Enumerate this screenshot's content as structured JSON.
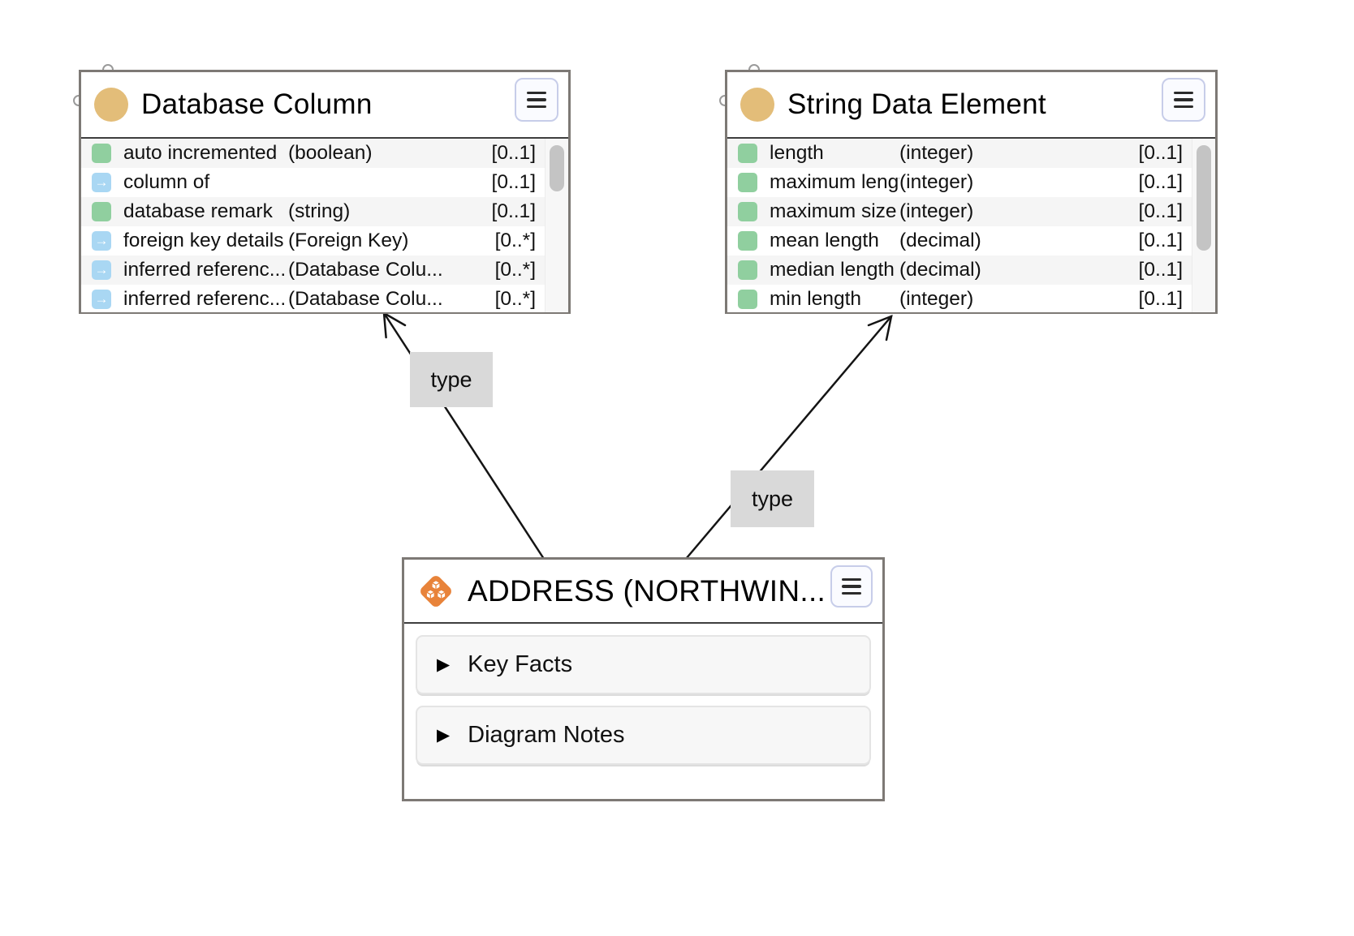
{
  "colors": {
    "class_icon_gold": "#e3bd79",
    "attribute_icon_green": "#90cf9f",
    "relation_icon_blue": "#a9d7f3",
    "instance_icon_orange": "#e8833a",
    "edge_label_gray": "#d9d9d9",
    "node_border_gray": "#7d7975"
  },
  "glyphs": {
    "expander": "▶"
  },
  "nodes": {
    "database_column": {
      "title": "Database Column",
      "attributes": [
        {
          "label": "auto incremented",
          "type": "(boolean)",
          "card": "[0..1]",
          "kind": "attribute"
        },
        {
          "label": "column of",
          "type": "",
          "card": "[0..1]",
          "kind": "relation"
        },
        {
          "label": "database remark",
          "type": "(string)",
          "card": "[0..1]",
          "kind": "attribute"
        },
        {
          "label": "foreign key details",
          "type": "(Foreign Key)",
          "card": "[0..*]",
          "kind": "relation"
        },
        {
          "label": "inferred referenc...",
          "type": "(Database Colu...",
          "card": "[0..*]",
          "kind": "relation"
        },
        {
          "label": "inferred referenc...",
          "type": "(Database Colu...",
          "card": "[0..*]",
          "kind": "relation"
        }
      ]
    },
    "string_data_element": {
      "title": "String Data Element",
      "attributes": [
        {
          "label": "length",
          "type": "(integer)",
          "card": "[0..1]",
          "kind": "attribute"
        },
        {
          "label": "maximum length",
          "type": "(integer)",
          "card": "[0..1]",
          "kind": "attribute"
        },
        {
          "label": "maximum size (...",
          "type": "(integer)",
          "card": "[0..1]",
          "kind": "attribute"
        },
        {
          "label": "mean length",
          "type": "(decimal)",
          "card": "[0..1]",
          "kind": "attribute"
        },
        {
          "label": "median length",
          "type": "(decimal)",
          "card": "[0..1]",
          "kind": "attribute"
        },
        {
          "label": "min length",
          "type": "(integer)",
          "card": "[0..1]",
          "kind": "attribute"
        }
      ]
    },
    "address": {
      "title": "ADDRESS (NORTHWIN...",
      "sections": [
        {
          "label": "Key Facts"
        },
        {
          "label": "Diagram Notes"
        }
      ]
    }
  },
  "edges": [
    {
      "label": "type"
    },
    {
      "label": "type"
    }
  ]
}
